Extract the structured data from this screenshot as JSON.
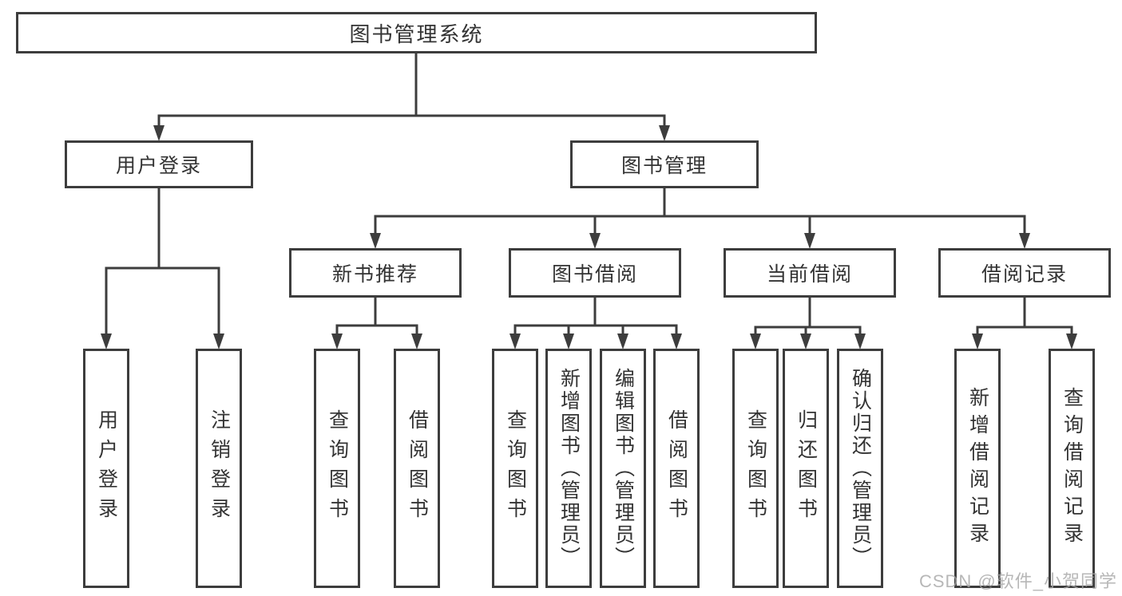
{
  "nodes": {
    "root": {
      "label": "图书管理系统"
    },
    "user_login": {
      "label": "用户登录"
    },
    "book_mgmt": {
      "label": "图书管理"
    },
    "new_books": {
      "label": "新书推荐"
    },
    "book_borrow": {
      "label": "图书借阅"
    },
    "current_borrow": {
      "label": "当前借阅"
    },
    "borrow_records": {
      "label": "借阅记录"
    },
    "leaf_user_login": {
      "label": "用户登录"
    },
    "leaf_logout": {
      "label": "注销登录"
    },
    "leaf_nb_query": {
      "label": "查询图书"
    },
    "leaf_nb_borrow": {
      "label": "借阅图书"
    },
    "leaf_bb_query": {
      "label": "查询图书"
    },
    "leaf_bb_add": {
      "label": "新增图书（管理员）"
    },
    "leaf_bb_edit": {
      "label": "编辑图书（管理员）"
    },
    "leaf_bb_borrow": {
      "label": "借阅图书"
    },
    "leaf_cb_query": {
      "label": "查询图书"
    },
    "leaf_cb_return": {
      "label": "归还图书"
    },
    "leaf_cb_confirm": {
      "label": "确认归还（管理员）"
    },
    "leaf_br_add": {
      "label": "新增借阅记录"
    },
    "leaf_br_query": {
      "label": "查询借阅记录"
    }
  },
  "structure": {
    "图书管理系统": {
      "用户登录": [
        "用户登录",
        "注销登录"
      ],
      "图书管理": {
        "新书推荐": [
          "查询图书",
          "借阅图书"
        ],
        "图书借阅": [
          "查询图书",
          "新增图书（管理员）",
          "编辑图书（管理员）",
          "借阅图书"
        ],
        "当前借阅": [
          "查询图书",
          "归还图书",
          "确认归还（管理员）"
        ],
        "借阅记录": [
          "新增借阅记录",
          "查询借阅记录"
        ]
      }
    }
  },
  "watermark": {
    "text": "CSDN @软件_小贺同学"
  },
  "colors": {
    "line": "#3d3d3d",
    "text": "#333333",
    "watermark": "#a6a6a6",
    "background": "#ffffff"
  }
}
